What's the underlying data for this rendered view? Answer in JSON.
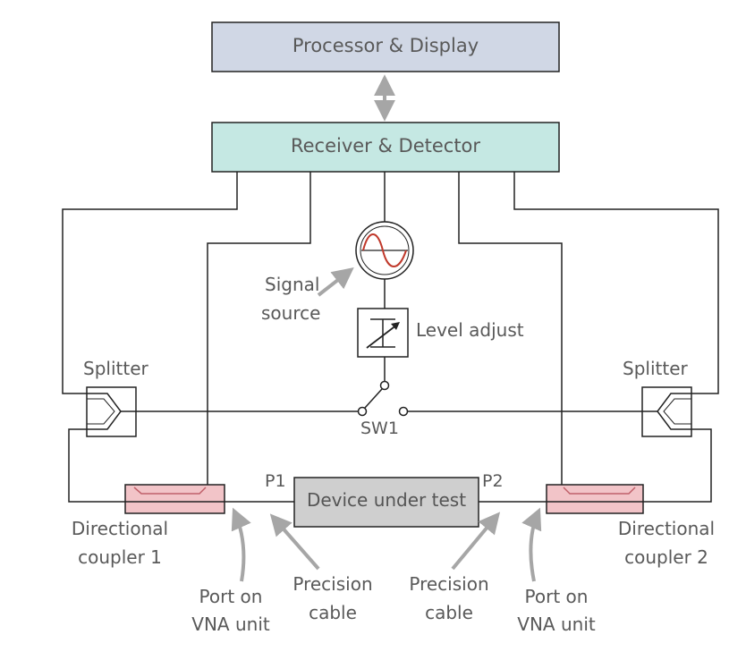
{
  "blocks": {
    "processor": "Processor & Display",
    "receiver": "Receiver & Detector",
    "dut": "Device under test"
  },
  "labels": {
    "signal_source_1": "Signal",
    "signal_source_2": "source",
    "level_adjust": "Level adjust",
    "splitter_left": "Splitter",
    "splitter_right": "Splitter",
    "sw1": "SW1",
    "p1": "P1",
    "p2": "P2",
    "coupler1_line1": "Directional",
    "coupler1_line2": "coupler 1",
    "coupler2_line1": "Directional",
    "coupler2_line2": "coupler 2",
    "port_left_1": "Port on",
    "port_left_2": "VNA unit",
    "cable_left_1": "Precision",
    "cable_left_2": "cable",
    "cable_right_1": "Precision",
    "cable_right_2": "cable",
    "port_right_1": "Port on",
    "port_right_2": "VNA unit"
  },
  "colors": {
    "processor_fill": "#d0d7e5",
    "receiver_fill": "#c5e8e3",
    "dut_fill": "#cfcfcf",
    "coupler_fill": "#f2c4c8",
    "coupler_line": "#c0606a",
    "arrow_gray": "#a6a6a6",
    "sine_red": "#c0392b"
  }
}
